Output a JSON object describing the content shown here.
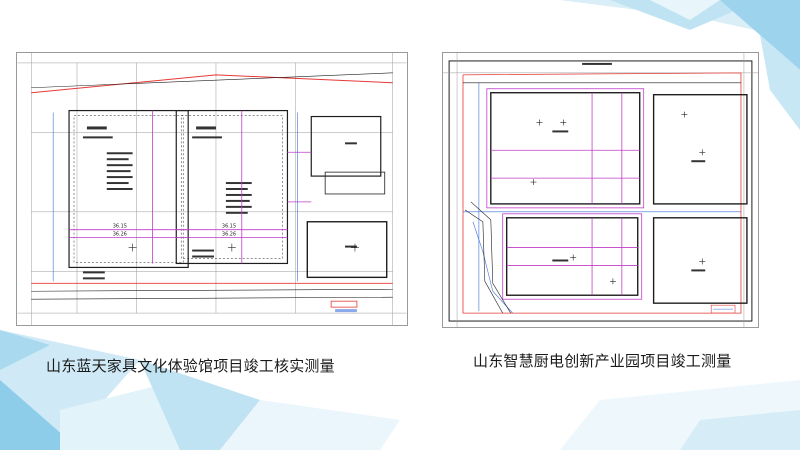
{
  "captions": {
    "left": "山东蓝天家具文化体验馆项目竣工核实测量",
    "right": "山东智慧厨电创新产业园项目竣工测量"
  },
  "colors": {
    "background": "#ffffff",
    "accent_blue": "#2aa9dc",
    "plan_line": "#1e1e1e",
    "plan_red": "#e53935",
    "plan_magenta": "#c03cc8",
    "plan_blue": "#3b6fd8"
  },
  "left_plan": {
    "dimension_labels": [
      "36.15",
      "36.26",
      "36.15",
      "36.26"
    ]
  }
}
